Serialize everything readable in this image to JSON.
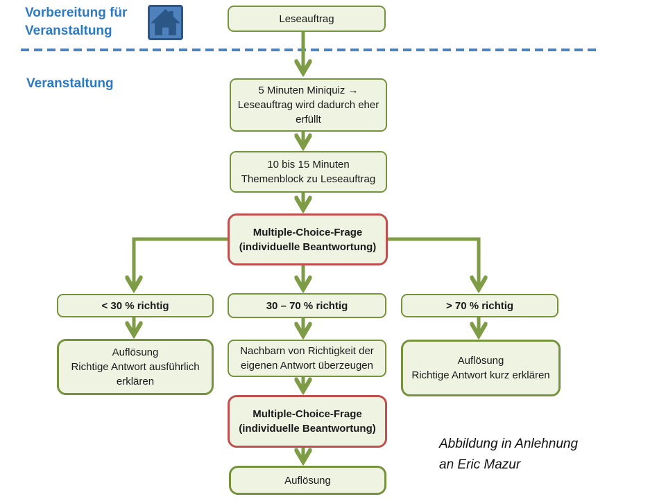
{
  "colors": {
    "box_fill": "#eef3e2",
    "green_border": "#76923c",
    "red_border": "#c0504d",
    "arrow_green": "#7d9c45",
    "heading_blue": "#2c7ac4",
    "dashed_line_blue": "#4f81bd",
    "home_button_fill": "#4f81bd",
    "home_button_dark": "#2b5787"
  },
  "sections": {
    "preparation_label": "Vorbereitung für\nVeranstaltung",
    "event_label": "Veranstaltung"
  },
  "icons": {
    "home": "home-icon"
  },
  "flow": {
    "leseauftrag": "Leseauftrag",
    "miniquiz": "5 Minuten Miniquiz →\nLeseauftrag wird dadurch eher\nerfüllt",
    "themenblock": "10 bis 15 Minuten\nThemenblock zu Leseauftrag",
    "mc_frage_1": "Multiple-Choice-Frage\n(individuelle Beantwortung)",
    "branch_lt30": "< 30 % richtig",
    "branch_mid": "30 – 70 % richtig",
    "branch_gt70": "> 70 % richtig",
    "aufloesung_ausfuehrlich": "Auflösung\nRichtige Antwort ausführlich\nerklären",
    "nachbarn": "Nachbarn von Richtigkeit der\neigenen Antwort überzeugen",
    "aufloesung_kurz": "Auflösung\nRichtige Antwort kurz erklären",
    "mc_frage_2": "Multiple-Choice-Frage\n(individuelle Beantwortung)",
    "aufloesung_final": "Auflösung"
  },
  "caption": "Abbildung in Anlehnung\nan Eric Mazur"
}
